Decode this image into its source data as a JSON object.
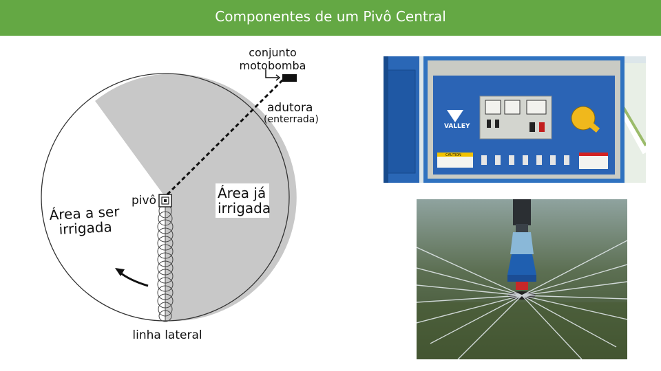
{
  "slide": {
    "title": "Componentes de um Pivô Central",
    "colors": {
      "header": "#64a844",
      "irrigated_area": "#c8c8c8"
    }
  },
  "diagram": {
    "labels": {
      "pump_line1": "conjunto",
      "pump_line2": "motobomba",
      "main_line1": "adutora",
      "main_line2": "(enterrada)",
      "pivot": "pivô",
      "irrigated_line1": "Área já",
      "irrigated_line2": "irrigada",
      "to_irrigate_line1": "Área a ser",
      "to_irrigate_line2": "irrigada",
      "lateral": "linha lateral"
    }
  },
  "photos": {
    "control_panel": {
      "brand": "VALLEY",
      "caution": "CAUTION"
    },
    "sprinkler": {
      "icon": "water-spray"
    }
  }
}
